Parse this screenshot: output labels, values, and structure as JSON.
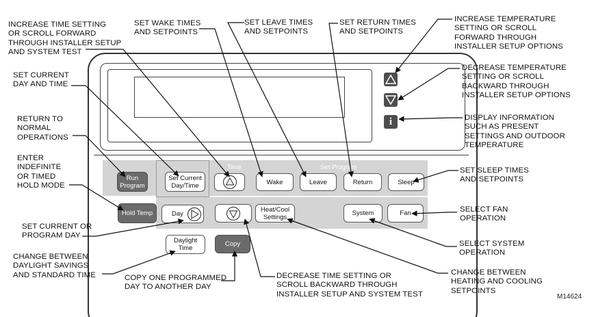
{
  "figure_code": "M14624",
  "callouts": {
    "increase_time": "INCREASE TIME SETTING\nOR SCROLL FORWARD\nTHROUGH INSTALLER SETUP\nAND SYSTEM TEST",
    "set_wake": "SET WAKE TIMES\nAND SETPOINTS",
    "set_leave": "SET LEAVE TIMES\nAND SETPOINTS",
    "set_return": "SET RETURN TIMES\nAND SETPOINTS",
    "increase_temp": "INCREASE TEMPERATURE\nSETTING OR SCROLL\nFORWARD THROUGH\nINSTALLER SETUP OPTIONS",
    "decrease_temp": "DECREASE TEMPERATURE\nSETTING OR SCROLL\nBACKWARD THROUGH\nINSTALLER SETUP OPTIONS",
    "display_info": "DISPLAY INFORMATION\nSUCH AS PRESENT\nSETTINGS AND OUTDOOR\nTEMPERATURE",
    "set_current_day_time": "SET CURRENT\nDAY AND TIME",
    "return_normal": "RETURN TO\nNORMAL\nOPERATIONS",
    "enter_hold": "ENTER\nINDEFINITE\nOR TIMED\nHOLD MODE",
    "set_sleep": "SET SLEEP TIMES\nAND SETPOINTS",
    "select_fan": "SELECT FAN\nOPERATION",
    "set_current_program_day": "SET CURRENT OR\nPROGRAM DAY",
    "select_system": "SELECT SYSTEM\nOPERATION",
    "change_daylight": "CHANGE BETWEEN\nDAYLIGHT SAVINGS\nAND STANDARD TIME",
    "copy_day": "COPY ONE PROGRAMMED\nDAY TO ANOTHER DAY",
    "decrease_time": "DECREASE TIME SETTING OR\nSCROLL BACKWARD THROUGH\nINSTALLER SETUP AND SYSTEM TEST",
    "change_heat_cool": "CHANGE BETWEEN\nHEATING AND COOLING\nSETPOINTS"
  },
  "panel_labels": {
    "time": "Time",
    "set_program": "Set Program"
  },
  "buttons": {
    "run_program": "Run\nProgram",
    "set_current": "Set Current\nDay/Time",
    "wake": "Wake",
    "leave": "Leave",
    "return": "Return",
    "sleep": "Sleep",
    "hold_temp": "Hold Temp",
    "day": "Day",
    "heat_cool": "Heat/Cool\nSettings",
    "system": "System",
    "fan": "Fan",
    "daylight_time": "Daylight\nTime",
    "copy": "Copy"
  },
  "icons": {
    "up_arrow": "triangle-up",
    "down_arrow": "triangle-down",
    "info": "i",
    "day_forward": "triangle-right"
  }
}
